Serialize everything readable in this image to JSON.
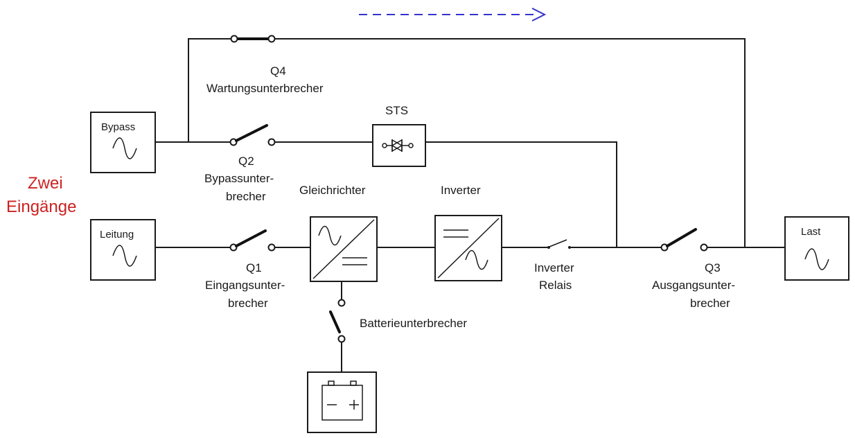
{
  "title_red": [
    "Zwei",
    "Eingänge"
  ],
  "colors": {
    "accent_red": "#cc2222",
    "flow_arrow": "#3333cc",
    "line": "#1a1a1a"
  },
  "sources": {
    "bypass": "Bypass",
    "mains": "Leitung",
    "load": "Last"
  },
  "components": {
    "sts": "STS",
    "rectifier": "Gleichrichter",
    "inverter": "Inverter",
    "inverter_relay": [
      "Inverter",
      "Relais"
    ],
    "battery_breaker": "Batterieunterbrecher"
  },
  "breakers": {
    "q4": [
      "Q4",
      "Wartungsunterbrecher"
    ],
    "q2": [
      "Q2",
      "Bypassunter-",
      "brecher"
    ],
    "q1": [
      "Q1",
      "Eingangsunter-",
      "brecher"
    ],
    "q3": [
      "Q3",
      "Ausgangsunter-",
      "brecher"
    ]
  },
  "icons": [
    "sine-wave-icon",
    "thyristor-icon",
    "rectifier-icon",
    "inverter-icon",
    "battery-icon",
    "flow-arrow-icon"
  ]
}
